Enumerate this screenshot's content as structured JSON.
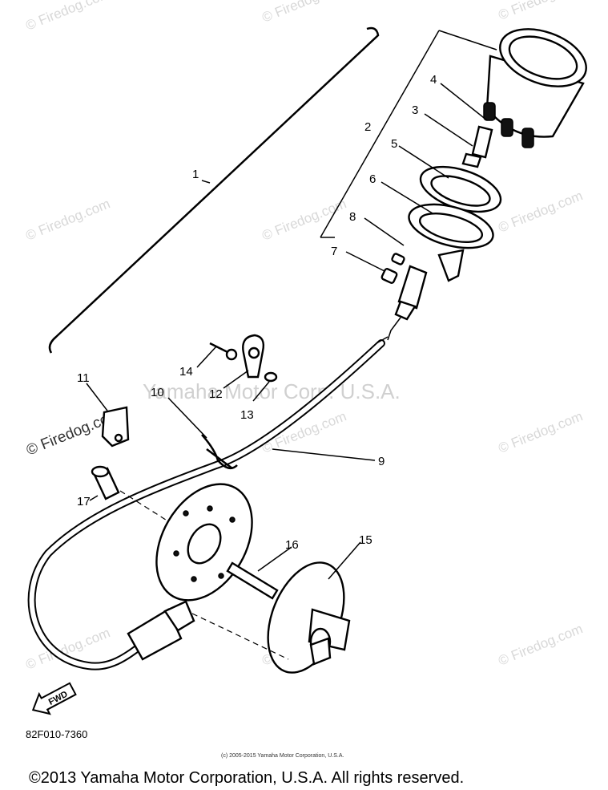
{
  "colors": {
    "ink": "#000000",
    "watermark": "#d8d8d8",
    "background": "#ffffff"
  },
  "watermarks": {
    "firedog": "© Firedog.com",
    "yamaha": "Yamaha Motor Corp. U.S.A."
  },
  "callouts": {
    "p1": "1",
    "p2": "2",
    "p3": "3",
    "p4": "4",
    "p5": "5",
    "p6": "6",
    "p7": "7",
    "p8": "8",
    "p9": "9",
    "p10": "10",
    "p11": "11",
    "p12": "12",
    "p13": "13",
    "p14": "14",
    "p15": "15",
    "p16": "16",
    "p17": "17"
  },
  "fwd_arrow": "FWD",
  "diagram_code": "82F010-7360",
  "small_copyright": "(c) 2005-2015 Yamaha Motor Corporation, U.S.A.",
  "footer_copyright": "©2013 Yamaha Motor Corporation, U.S.A. All rights reserved."
}
